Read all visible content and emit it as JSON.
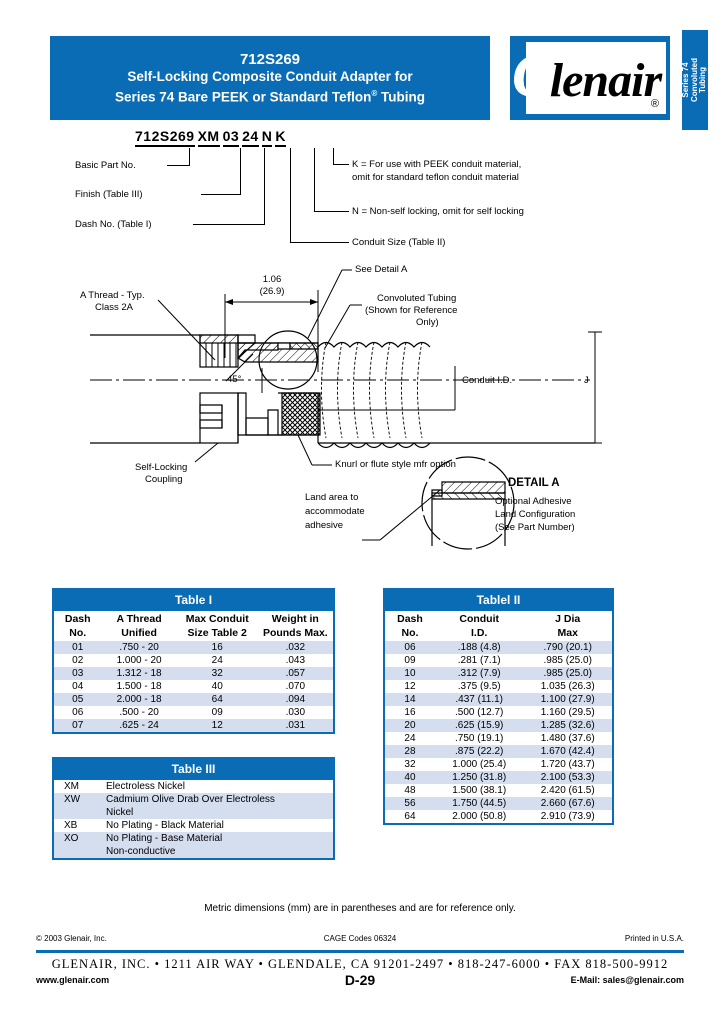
{
  "header": {
    "part_number": "712S269",
    "title_line1": "Self-Locking Composite Conduit Adapter for",
    "title_line2_a": "Series 74 Bare PEEK or Standard Teflon",
    "title_line2_reg": "®",
    "title_line2_b": " Tubing",
    "logo_g": "G",
    "logo_rest": "lenair",
    "logo_reg": "®",
    "side_tab_line1": "Series 74",
    "side_tab_line2": "Convoluted",
    "side_tab_line3": "Tubing",
    "brand_blue": "#0B6CB6"
  },
  "part_breakdown": {
    "segments": [
      "712S269",
      "XM",
      "03",
      "24",
      "N",
      "K"
    ],
    "labels": {
      "basic": "Basic Part No.",
      "finish": "Finish (Table III)",
      "dash": "Dash No. (Table I)",
      "conduit_size": "Conduit Size (Table II)",
      "non_self_locking": "N = Non-self locking, omit for self locking",
      "peek_line1": "K = For use with PEEK conduit material,",
      "peek_line2": "omit for standard teflon conduit material"
    }
  },
  "drawing": {
    "dim_inch": "1.06",
    "dim_mm": "(26.9)",
    "a_thread_line1": "A Thread - Typ.",
    "a_thread_line2": "Class 2A",
    "angle": "45°",
    "self_locking_line1": "Self-Locking",
    "self_locking_line2": "Coupling",
    "knurl": "Knurl or flute style mfr option",
    "see_detail": "See Detail A",
    "convoluted_line1": "Convoluted Tubing",
    "convoluted_line2": "(Shown for Reference",
    "convoluted_line3": "Only)",
    "conduit_id": "Conduit I.D.",
    "j_dim": "J",
    "land_line1": "Land area to",
    "land_line2": "accommodate",
    "land_line3": "adhesive",
    "detail_title": "DETAIL A",
    "detail_line1": "Optional Adhesive",
    "detail_line2": "Land Configuration",
    "detail_line3": "(See Part Number)"
  },
  "table1": {
    "title": "Table I",
    "headers_row1": [
      "Dash",
      "A Thread",
      "Max Conduit",
      "Weight in"
    ],
    "headers_row2": [
      "No.",
      "Unified",
      "Size Table 2",
      "Pounds Max."
    ],
    "rows": [
      [
        "01",
        ".750 - 20",
        "16",
        ".032"
      ],
      [
        "02",
        "1.000 - 20",
        "24",
        ".043"
      ],
      [
        "03",
        "1.312 - 18",
        "32",
        ".057"
      ],
      [
        "04",
        "1.500 - 18",
        "40",
        ".070"
      ],
      [
        "05",
        "2.000 - 18",
        "64",
        ".094"
      ],
      [
        "06",
        ".500 - 20",
        "09",
        ".030"
      ],
      [
        "07",
        ".625 - 24",
        "12",
        ".031"
      ]
    ]
  },
  "table2": {
    "title": "Tablel II",
    "headers_row1": [
      "Dash",
      "Conduit",
      "J Dia"
    ],
    "headers_row2": [
      "No.",
      "I.D.",
      "Max"
    ],
    "rows": [
      [
        "06",
        ".188  (4.8)",
        ".790  (20.1)"
      ],
      [
        "09",
        ".281  (7.1)",
        ".985  (25.0)"
      ],
      [
        "10",
        ".312  (7.9)",
        ".985  (25.0)"
      ],
      [
        "12",
        ".375  (9.5)",
        "1.035  (26.3)"
      ],
      [
        "14",
        ".437 (11.1)",
        "1.100  (27.9)"
      ],
      [
        "16",
        ".500 (12.7)",
        "1.160  (29.5)"
      ],
      [
        "20",
        ".625 (15.9)",
        "1.285  (32.6)"
      ],
      [
        "24",
        ".750 (19.1)",
        "1.480  (37.6)"
      ],
      [
        "28",
        ".875 (22.2)",
        "1.670  (42.4)"
      ],
      [
        "32",
        "1.000 (25.4)",
        "1.720  (43.7)"
      ],
      [
        "40",
        "1.250 (31.8)",
        "2.100  (53.3)"
      ],
      [
        "48",
        "1.500 (38.1)",
        "2.420  (61.5)"
      ],
      [
        "56",
        "1.750 (44.5)",
        "2.660  (67.6)"
      ],
      [
        "64",
        "2.000 (50.8)",
        "2.910  (73.9)"
      ]
    ]
  },
  "table3": {
    "title": "Table III",
    "rows": [
      {
        "code": "XM",
        "desc_line1": "Electroless Nickel",
        "desc_line2": ""
      },
      {
        "code": "XW",
        "desc_line1": "Cadmium Olive Drab Over Electroless",
        "desc_line2": "Nickel"
      },
      {
        "code": "XB",
        "desc_line1": "No Plating - Black Material",
        "desc_line2": ""
      },
      {
        "code": "XO",
        "desc_line1": "No Plating - Base Material",
        "desc_line2": "Non-conductive"
      }
    ]
  },
  "footer": {
    "metric_note": "Metric dimensions (mm) are in parentheses and are for reference only.",
    "copyright": "© 2003 Glenair, Inc.",
    "cage": "CAGE Codes 06324",
    "printed": "Printed in U.S.A.",
    "address": "GLENAIR, INC. • 1211 AIR WAY • GLENDALE, CA 91201-2497 • 818-247-6000 • FAX 818-500-9912",
    "website": "www.glenair.com",
    "page_number": "D-29",
    "email": "E-Mail: sales@glenair.com"
  }
}
